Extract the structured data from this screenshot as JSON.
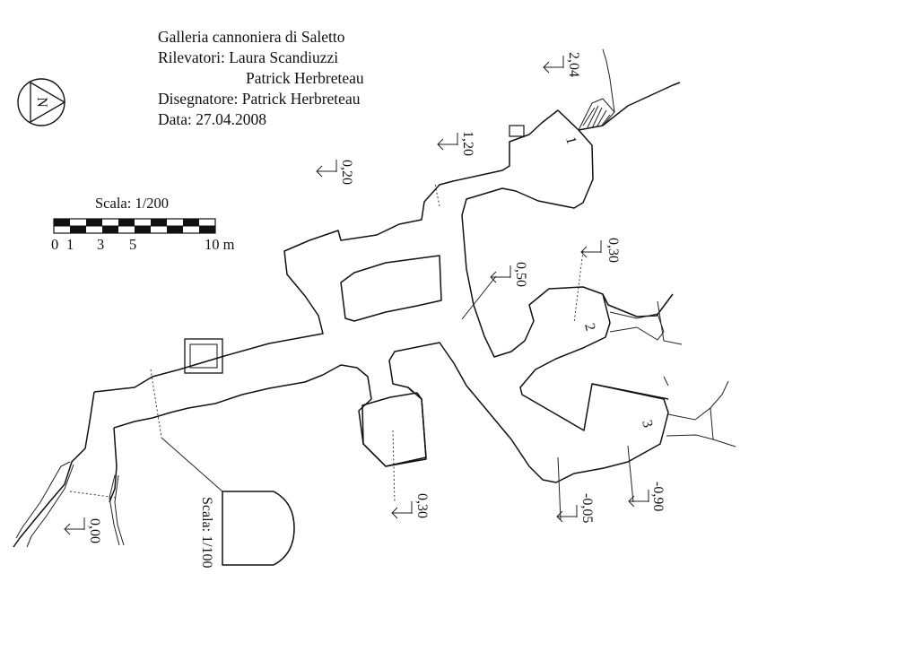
{
  "title": "Galleria cannoniera di Saletto",
  "surveyors_line1": "Rilevatori: Laura Scandiuzzi",
  "surveyors_line2": "Patrick Herbreteau",
  "drafter": "Disegnatore: Patrick Herbreteau",
  "date": "Data: 27.04.2008",
  "north_label": "N",
  "scale": {
    "title": "Scala: 1/200",
    "ticks": [
      "0",
      "1",
      "3",
      "5",
      "10 m"
    ]
  },
  "section_scale": "Scala: 1/100",
  "elevations": [
    "2,04",
    "1,20",
    "0,20",
    "0,50",
    "0,30",
    "0,30",
    "0,00",
    "-0,05",
    "-0,90"
  ],
  "rooms": [
    "1",
    "2",
    "3"
  ],
  "colors": {
    "ink": "#111111",
    "paper": "#ffffff"
  }
}
